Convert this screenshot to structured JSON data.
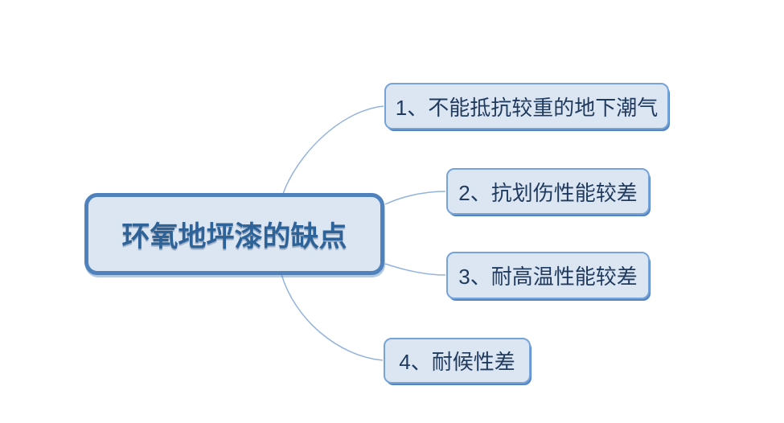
{
  "diagram": {
    "type": "mindmap",
    "central_topic": "环氧地坪漆的缺点",
    "branches": [
      {
        "label": "1、不能抵抗较重的地下潮气"
      },
      {
        "label": "2、抗划伤性能较差"
      },
      {
        "label": "3、耐高温性能较差"
      },
      {
        "label": "4、耐候性差"
      }
    ],
    "colors": {
      "background": "#FFFFFF",
      "node_fill": "#DCE6F2",
      "central_border": "#4F81BD",
      "branch_border": "#76A3D8",
      "branch_shadow": "#5586C1",
      "central_text": "#2E6399",
      "branch_text": "#1F3A5F",
      "connector": "#94B3DC"
    }
  }
}
